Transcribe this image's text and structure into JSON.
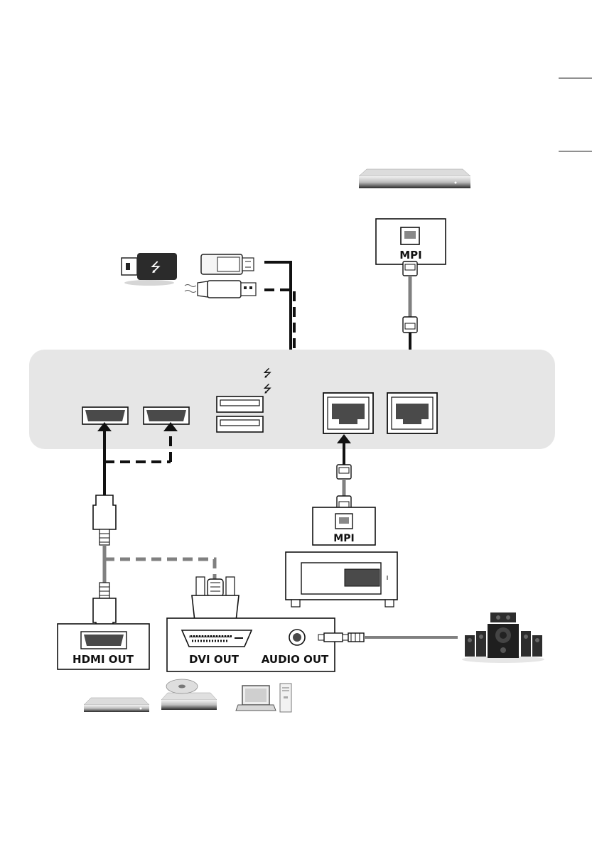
{
  "labels": {
    "mpi_top": "MPI",
    "mpi_bottom": "MPI",
    "hdmi_out": "HDMI OUT",
    "dvi_out": "DVI OUT",
    "audio_out": "AUDIO OUT"
  },
  "icons": {
    "usb_symbol": "usb-symbol",
    "set_top_box": "set-top-box",
    "tv_back": "tv-receiver",
    "speakers": "speaker-system",
    "dvd_player": "dvd-player",
    "disc_player": "disc-player",
    "laptop": "laptop",
    "pc_tower": "pc-tower"
  },
  "colors": {
    "panel": "#e6e6e6",
    "cable": "#111111",
    "cable_gray": "#808080",
    "port_fill": "#4a4a4a"
  }
}
